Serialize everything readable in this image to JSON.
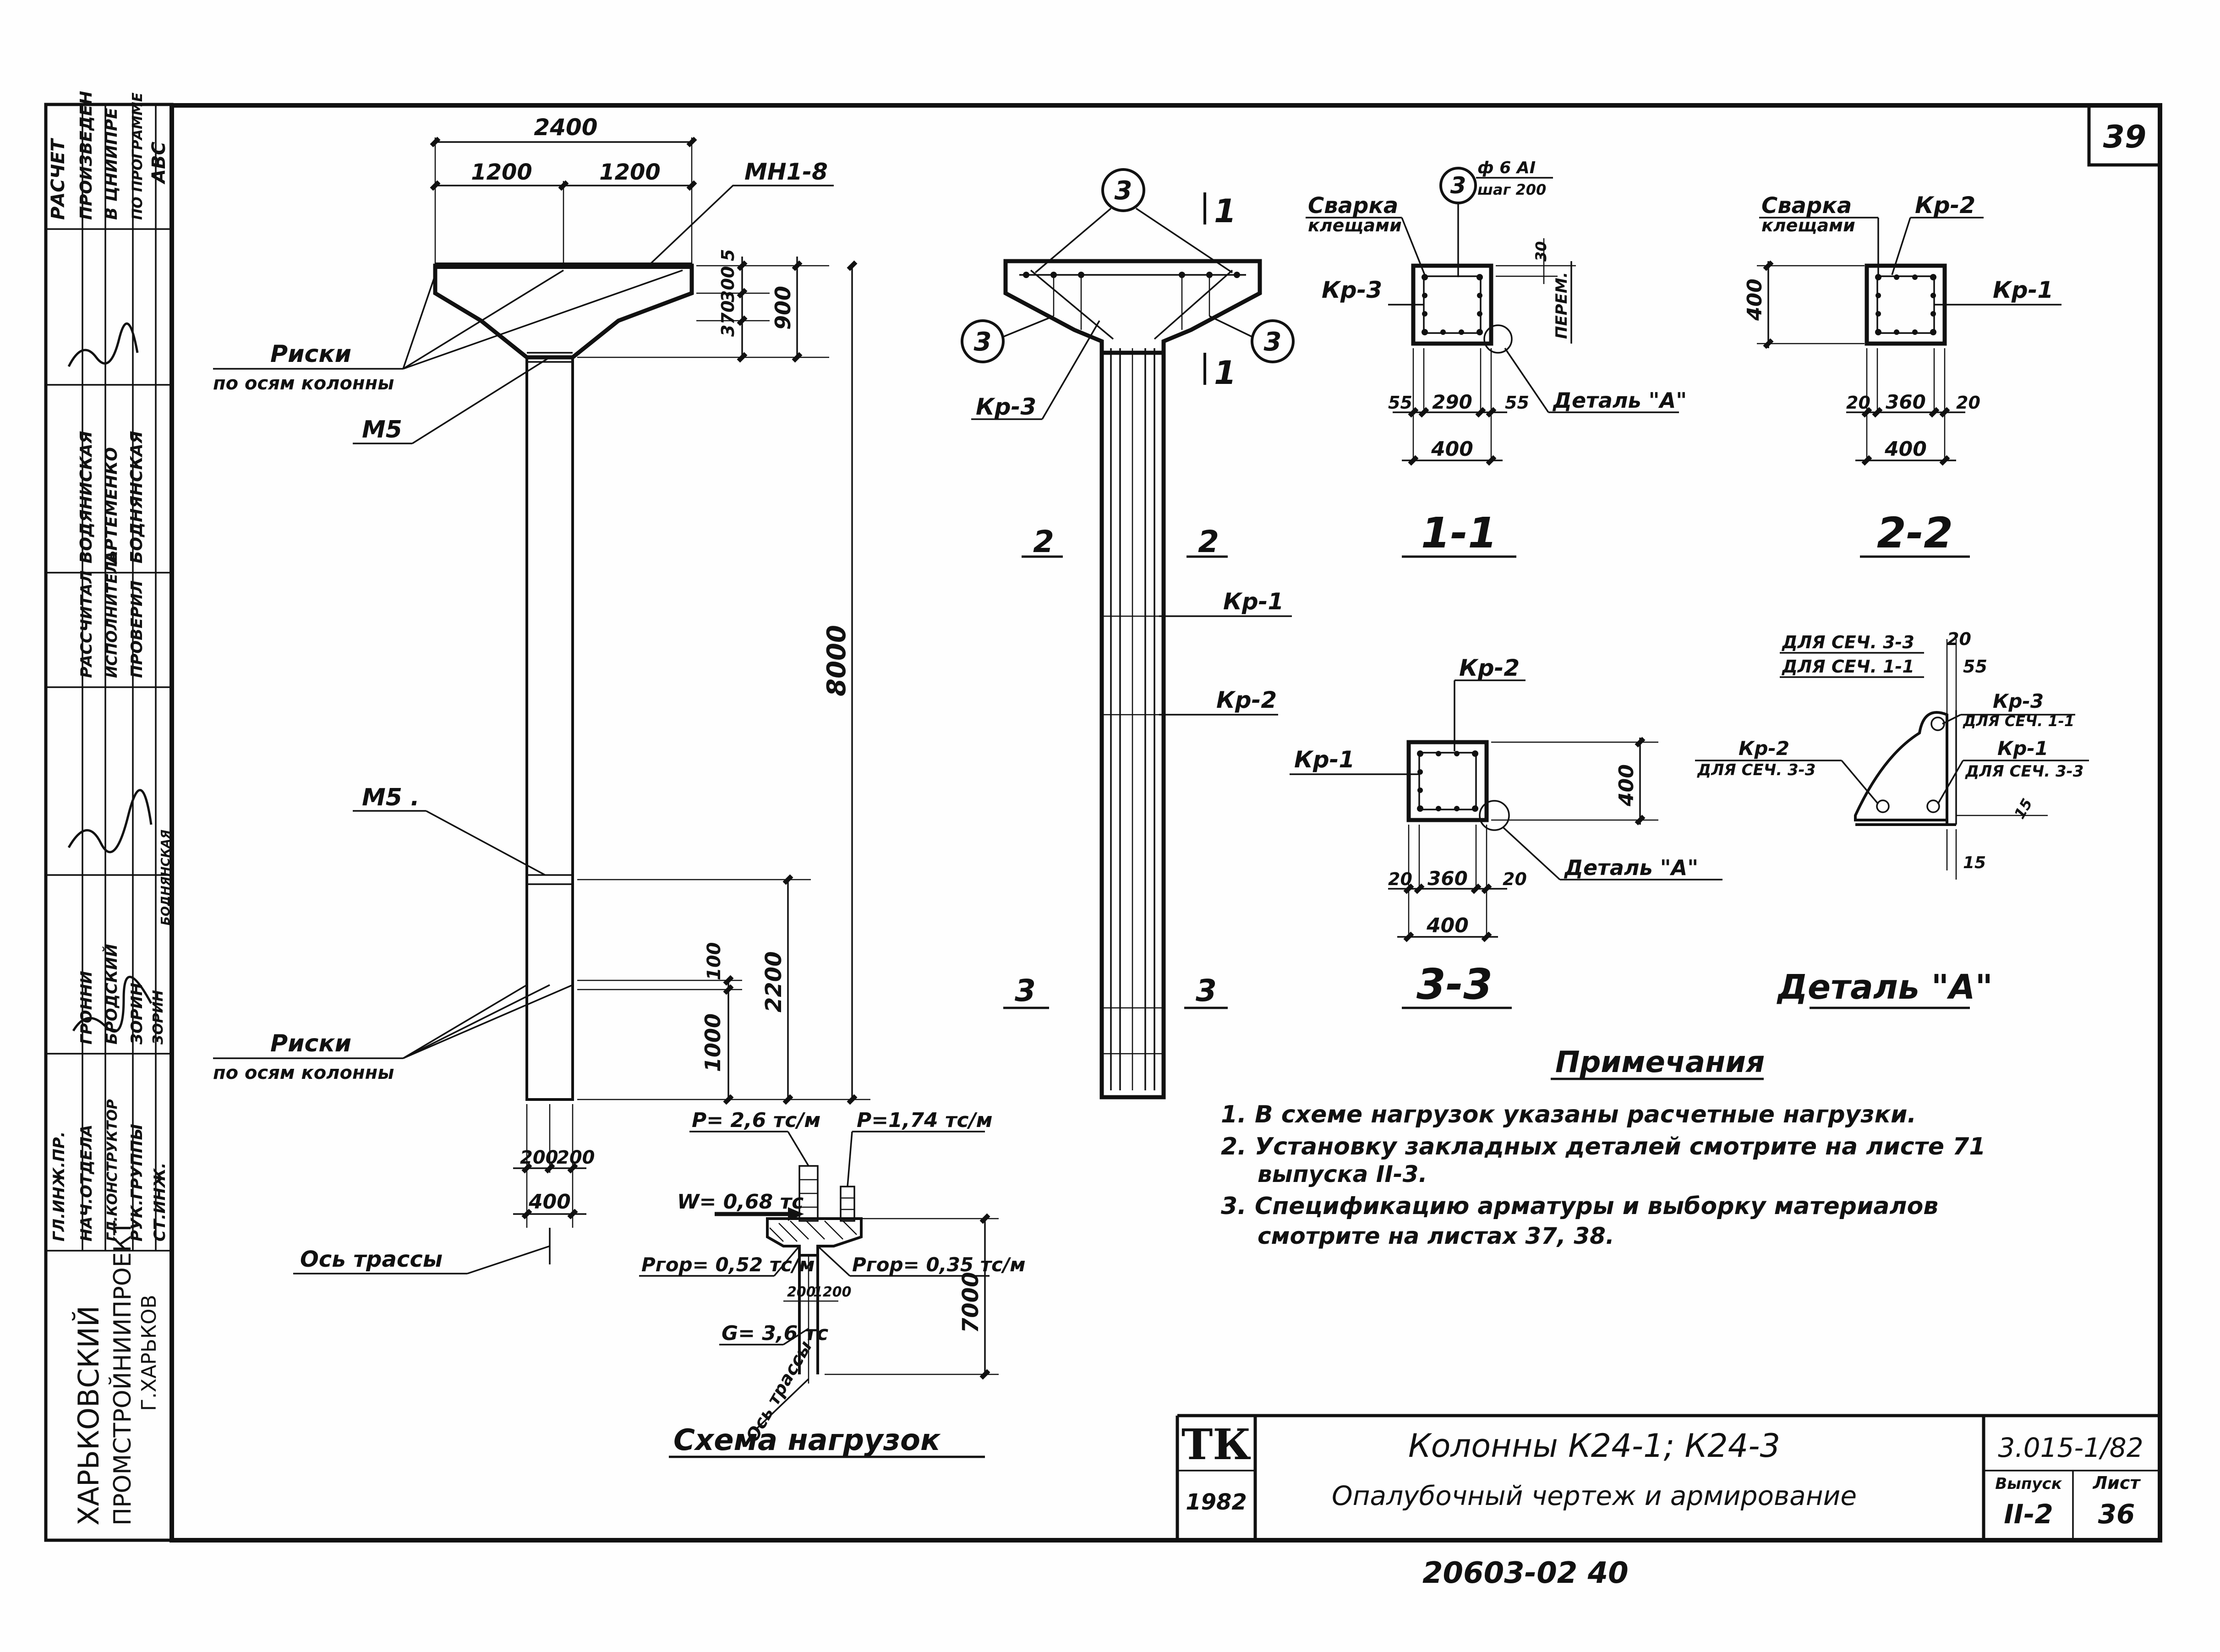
{
  "sheet": {
    "number": "39",
    "inventory_number": "20603-02 40"
  },
  "side_stamp": {
    "computation": [
      "РАСЧЕТ",
      "ПРОИЗВЕДЕН",
      "В ЦНИИПРЕ",
      "ПО ПРОГРАММЕ",
      "АВС"
    ],
    "verified_by": [
      "ВОДЯНИСКАЯ",
      "АРТЕМЕНКО",
      "БОДНЯНСКАЯ"
    ],
    "verify_roles": [
      "РАССЧИТАЛ",
      "ИСПОЛНИТЕЛЬ",
      "ПРОВЕРИЛ"
    ],
    "staff_names": [
      "ГРОННИ",
      "БРОДСКИЙ",
      "ЗОРИН",
      "ЗОРИН",
      "БОДНЯНСКАЯ"
    ],
    "staff_roles": [
      "ГЛ.ИНЖ.ПР.",
      "НАЧ.ОТДЕЛА",
      "ГЛ.КОНСТРУКТОР",
      "РУК.ГРУППЫ",
      "СТ.ИНЖ."
    ],
    "organization": [
      "ХАРЬКОВСКИЙ",
      "ПРОМСТРОЙНИИПРОЕКТ",
      "Г.ХАРЬКОВ"
    ]
  },
  "elevation": {
    "dim_total_width": "2400",
    "dim_half_left": "1200",
    "dim_half_right": "1200",
    "callout_embedded": "МН1-8",
    "dim_top_5": "5",
    "dim_300": "300",
    "dim_370": "370",
    "dim_head_900": "900",
    "marks_label_top": "Риски",
    "marks_sublabel_top": "по осям колонны",
    "m5_upper": "М5",
    "height_8000": "8000",
    "m5_lower": "М5 .",
    "dim_2200": "2200",
    "dim_100": "100",
    "dim_1000": "1000",
    "marks_label_bottom": "Риски",
    "marks_sublabel_bottom": "по осям колонны",
    "dim_200_left": "200",
    "dim_200_right": "200",
    "dim_400": "400",
    "track_axis": "Ось трассы"
  },
  "rebar_view": {
    "position_mark": "3",
    "section_1": "1",
    "kr3_label": "Кр-3",
    "section_2_left": "2",
    "section_2_right": "2",
    "kr1_label": "Кр-1",
    "kr2_label": "Кр-2",
    "section_3_left": "3",
    "section_3_right": "3"
  },
  "load_scheme": {
    "p_left": "P= 2,6 тс/м",
    "p_right": "P=1,74 тс/м",
    "w_force": "W= 0,68 тс",
    "p_hor_left": "Pгор= 0,52 тс/м",
    "p_hor_right": "Pгор= 0,35 тс/м",
    "dim_200_a": "200",
    "dim_200_b": "1200",
    "height_7000": "7000",
    "g_force": "G= 3,6 тс",
    "track_axis": "Ось трассы",
    "title": "Схема нагрузок"
  },
  "section_1_1": {
    "welding": "Сварка",
    "welding_sub": "клещами",
    "position_mark": "3",
    "rebar_spec": "ф 6 АI",
    "rebar_step": "шаг 200",
    "dim_30": "30",
    "kr3": "Кр-3",
    "variable": "ПЕРЕМ.",
    "dim_55_left": "55",
    "dim_290": "290",
    "dim_55_right": "55",
    "detail_ref": "Деталь \"А\"",
    "dim_400": "400",
    "title": "1-1"
  },
  "section_2_2": {
    "welding": "Сварка",
    "welding_sub": "клещами",
    "kr2": "Кр-2",
    "dim_400_side": "400",
    "kr1": "Кр-1",
    "dim_20_left": "20",
    "dim_360": "360",
    "dim_20_right": "20",
    "dim_400": "400",
    "title": "2-2"
  },
  "section_3_3": {
    "kr2": "Кр-2",
    "kr1": "Кр-1",
    "dim_400_side": "400",
    "dim_20_left": "20",
    "dim_360": "360",
    "dim_20_right": "20",
    "detail_ref": "Деталь \"А\"",
    "dim_400": "400",
    "title": "3-3"
  },
  "detail_a": {
    "for_33": "ДЛЯ СЕЧ. 3-3",
    "dim_20": "20",
    "for_11": "ДЛЯ СЕЧ. 1-1",
    "dim_55": "55",
    "kr3": "Кр-3",
    "kr3_for": "ДЛЯ СЕЧ. 1-1",
    "kr2": "Кр-2",
    "kr2_for": "ДЛЯ СЕЧ. 3-3",
    "kr1": "Кр-1",
    "kr1_for": "ДЛЯ СЕЧ. 3-3",
    "dim_15a": "15",
    "dim_15b": "15",
    "title": "Деталь \"А\""
  },
  "notes": {
    "heading": "Примечания",
    "lines": [
      "1. В схеме нагрузок указаны расчетные нагрузки.",
      "2. Установку закладных деталей смотрите на листе 71",
      "выпуска II-3.",
      "3. Спецификацию арматуры и выборку материалов",
      "смотрите на листах 37, 38."
    ]
  },
  "title_block": {
    "logo": "ТК",
    "year": "1982",
    "title": "Колонны К24-1; К24-3",
    "subtitle": "Опалубочный чертеж и армирование",
    "code": "3.015-1/82",
    "issue_label": "Выпуск",
    "issue_value": "II-2",
    "sheet_label": "Лист",
    "sheet_value": "36"
  }
}
